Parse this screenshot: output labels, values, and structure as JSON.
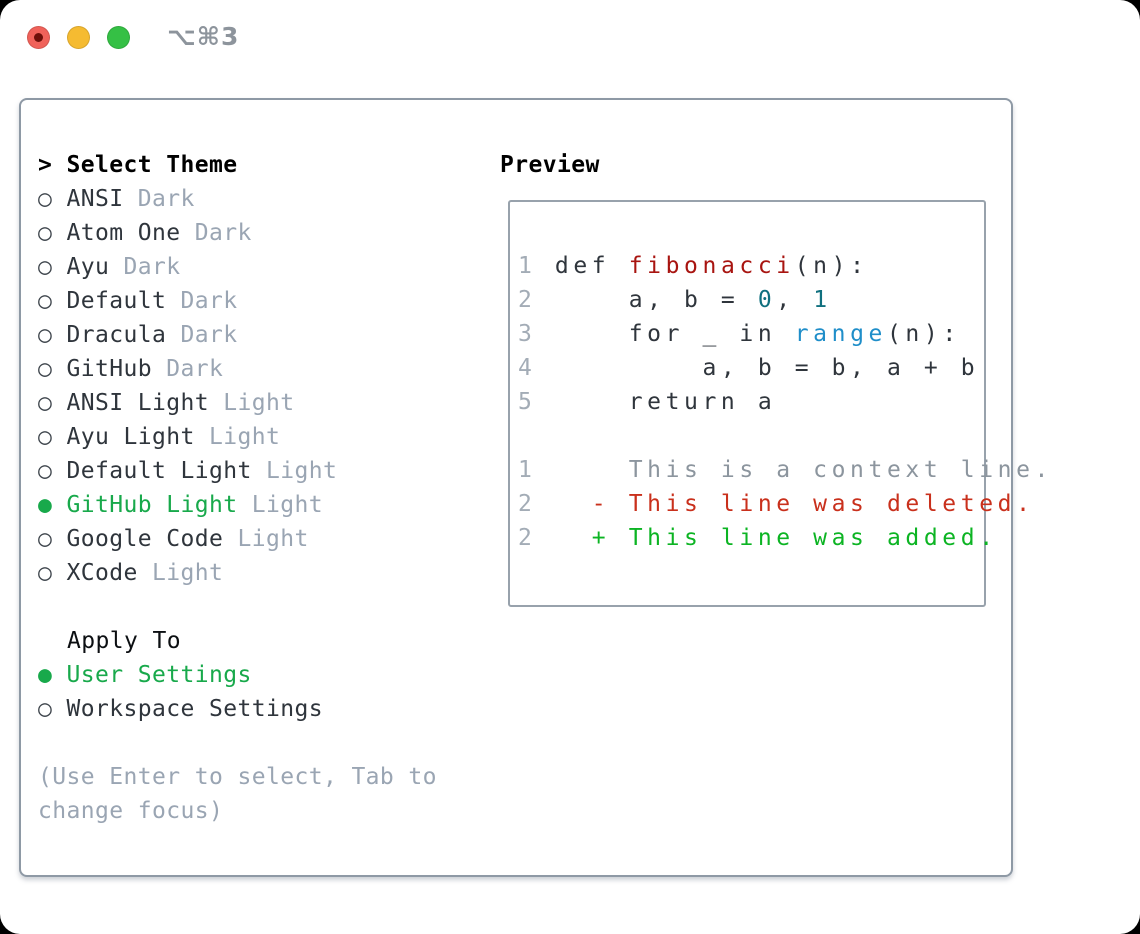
{
  "window": {
    "title": "⌥⌘3",
    "traffic_lights": [
      "close",
      "minimize",
      "zoom"
    ]
  },
  "picker": {
    "prompt": "> ",
    "title": "Select Theme",
    "bullet_selected": "● ",
    "bullet_unselected": "○ ",
    "items": [
      {
        "name": "ANSI",
        "variant": "Dark",
        "selected": false
      },
      {
        "name": "Atom One",
        "variant": "Dark",
        "selected": false
      },
      {
        "name": "Ayu",
        "variant": "Dark",
        "selected": false
      },
      {
        "name": "Default",
        "variant": "Dark",
        "selected": false
      },
      {
        "name": "Dracula",
        "variant": "Dark",
        "selected": false
      },
      {
        "name": "GitHub",
        "variant": "Dark",
        "selected": false
      },
      {
        "name": "ANSI Light",
        "variant": "Light",
        "selected": false
      },
      {
        "name": "Ayu Light",
        "variant": "Light",
        "selected": false
      },
      {
        "name": "Default Light",
        "variant": "Light",
        "selected": false
      },
      {
        "name": "GitHub Light",
        "variant": "Light",
        "selected": true
      },
      {
        "name": "Google Code",
        "variant": "Light",
        "selected": false
      },
      {
        "name": "XCode",
        "variant": "Light",
        "selected": false
      }
    ],
    "apply_to": {
      "title": "Apply To",
      "options": [
        {
          "label": "User Settings",
          "selected": true
        },
        {
          "label": "Workspace Settings",
          "selected": false
        }
      ]
    },
    "hint_lines": [
      "(Use Enter to select, Tab to",
      "change focus)"
    ]
  },
  "preview": {
    "title": "Preview",
    "lines": [
      [
        {
          "c": "num",
          "t": "1 "
        },
        {
          "c": "code",
          "t": "def "
        },
        {
          "c": "fn",
          "t": "fibonacci"
        },
        {
          "c": "code",
          "t": "(n):"
        }
      ],
      [
        {
          "c": "num",
          "t": "2 "
        },
        {
          "c": "code",
          "t": "    a, b = "
        },
        {
          "c": "val",
          "t": "0"
        },
        {
          "c": "code",
          "t": ", "
        },
        {
          "c": "val",
          "t": "1"
        }
      ],
      [
        {
          "c": "num",
          "t": "3 "
        },
        {
          "c": "code",
          "t": "    for _ in "
        },
        {
          "c": "call",
          "t": "range"
        },
        {
          "c": "code",
          "t": "(n):"
        }
      ],
      [
        {
          "c": "num",
          "t": "4 "
        },
        {
          "c": "code",
          "t": "        a, b = b, a + b"
        }
      ],
      [
        {
          "c": "num",
          "t": "5 "
        },
        {
          "c": "code",
          "t": "    return a"
        }
      ],
      [],
      [
        {
          "c": "num",
          "t": "1 "
        },
        {
          "c": "ctx",
          "t": "    This is a context line."
        }
      ],
      [
        {
          "c": "num",
          "t": "2 "
        },
        {
          "c": "del",
          "t": "  - This line was deleted."
        }
      ],
      [
        {
          "c": "num",
          "t": "2 "
        },
        {
          "c": "add",
          "t": "  + This line was added."
        }
      ]
    ]
  },
  "colors": {
    "accent_green": "#18a94b",
    "added_green": "#0cb423",
    "deleted_red": "#c9301c",
    "function_red": "#a81410",
    "value_teal": "#10707f",
    "call_blue": "#1f8ec9",
    "text_dark": "#2f353c",
    "muted_gray": "#9aa5b3",
    "line_number_gray": "#a3acb6",
    "context_gray": "#8c959e",
    "panel_border": "#8e99a5",
    "title_gray": "#8d949c",
    "traffic_red": "#f0625a",
    "traffic_red_dot": "#6e100a",
    "traffic_yellow": "#f5bb31",
    "traffic_green": "#35c045"
  }
}
